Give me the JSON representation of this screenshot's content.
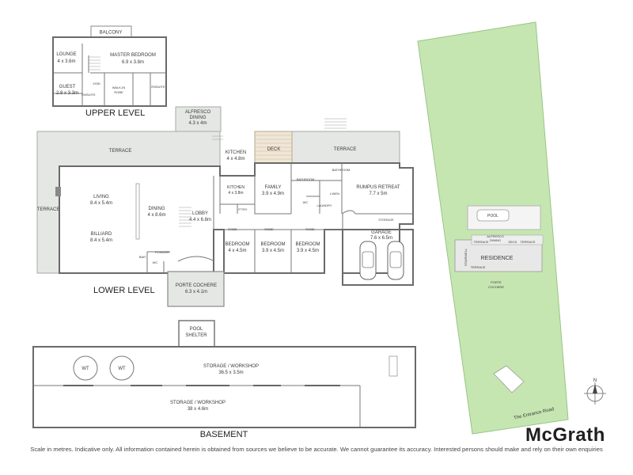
{
  "levels": {
    "upper": "UPPER LEVEL",
    "lower": "LOWER LEVEL",
    "basement": "BASEMENT"
  },
  "upper_rooms": {
    "balcony": "BALCONY",
    "lounge_name": "LOUNGE",
    "lounge_size": "4 x 3.6m",
    "master_name": "MASTER BEDROOM",
    "master_size": "6.9 x 3.8m",
    "guest_name": "GUEST",
    "guest_size": "2.8 x 3.3m",
    "void": "VOID",
    "ensuite_small": "ENSUITE",
    "walkin_a": "WALK-IN",
    "walkin_b": "ROBE",
    "ensuite": "ENSUITE"
  },
  "lower_rooms": {
    "alfresco_name": "ALFRESCO",
    "alfresco_name2": "DINING",
    "alfresco_size": "4.3 x 4m",
    "terrace_left": "TERRACE",
    "terrace_right": "TERRACE",
    "terrace_side": "TERRACE",
    "kitchen_name": "KITCHEN",
    "kitchen_size": "4 x 4.8m",
    "deck": "DECK",
    "living_name": "LIVING",
    "living_size": "8.4 x 5.4m",
    "dining_name": "DINING",
    "dining_size": "4 x 8.6m",
    "billiard_name": "BILLIARD",
    "billiard_size": "8.4 x 5.4m",
    "kitchen2_name": "KITCHEN",
    "kitchen2_size": "4 x 3.8m",
    "family_name": "FAMILY",
    "family_size": "3.9 x 4.9m",
    "bathroom": "BATHROOM",
    "bathroom2": "BATHROOM",
    "linen": "LINEN",
    "wc": "WC",
    "laundry": "LAUNDRY",
    "ptry": "P'TRY",
    "rumpus_name": "RUMPUS RETREAT",
    "rumpus_size": "7.7 x 5m",
    "storage": "STORAGE",
    "lobby_name": "LOBBY",
    "lobby_size": "4.4 x 6.8m",
    "powder": "POWDER",
    "bar": "BAR",
    "wc2": "WC",
    "bed1_name": "BEDROOM",
    "bed1_size": "4 x 4.5m",
    "bed2_name": "BEDROOM",
    "bed2_size": "3.9 x 4.5m",
    "bed3_name": "BEDROOM",
    "bed3_size": "3.9 x 4.5m",
    "robe": "ROBE",
    "garage_name": "GARAGE",
    "garage_size": "7.6 x 6.5m",
    "porte_name": "PORTE COCHERE",
    "porte_size": "6.3 x 4.1m"
  },
  "basement_rooms": {
    "pool_shelter_a": "POOL",
    "pool_shelter_b": "SHELTER",
    "wt": "WT",
    "storage1_name": "STORAGE / WORKSHOP",
    "storage1_size": "36.5 x 3.5m",
    "storage2_name": "STORAGE / WORKSHOP",
    "storage2_size": "38 x 4.6m"
  },
  "site_plan": {
    "pool": "POOL",
    "alfresco_a": "ALFRESCO",
    "alfresco_b": "DINING",
    "terrace_a": "TERRACE",
    "terrace_b": "TERRACE",
    "terrace_c": "TERRACE",
    "deck": "DECK",
    "stairwell": "STAIRWELL",
    "residence": "RESIDENCE",
    "porte_a": "PORTE",
    "porte_b": "COCHERE",
    "road": "The Entrance Road",
    "north": "N",
    "lot_color": "#c6e6b1"
  },
  "brand": "McGrath",
  "disclaimer": "Scale in metres. Indicative only. All information contained herein is obtained from sources we believe to be accurate. We cannot guarantee its accuracy. Interested persons should make and rely on their own enquiries"
}
